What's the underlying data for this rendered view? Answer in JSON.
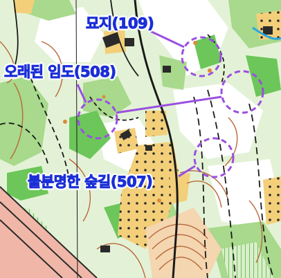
{
  "labels": {
    "grave": "묘지(109)",
    "old_forest_road": "오래된 임도(508)",
    "indistinct_forest_path": "불분명한 숲길(507)"
  },
  "colors": {
    "label_text": "#1b2fd6",
    "annotation": "#9b4fe0",
    "forest_light": "#d9efc9",
    "forest_medium": "#a8d98c",
    "forest_dark": "#6cc65a",
    "open_land": "#f3cf7a",
    "paved": "#f0b7a8",
    "building": "#2a2a2a",
    "contour": "#b8683b"
  }
}
